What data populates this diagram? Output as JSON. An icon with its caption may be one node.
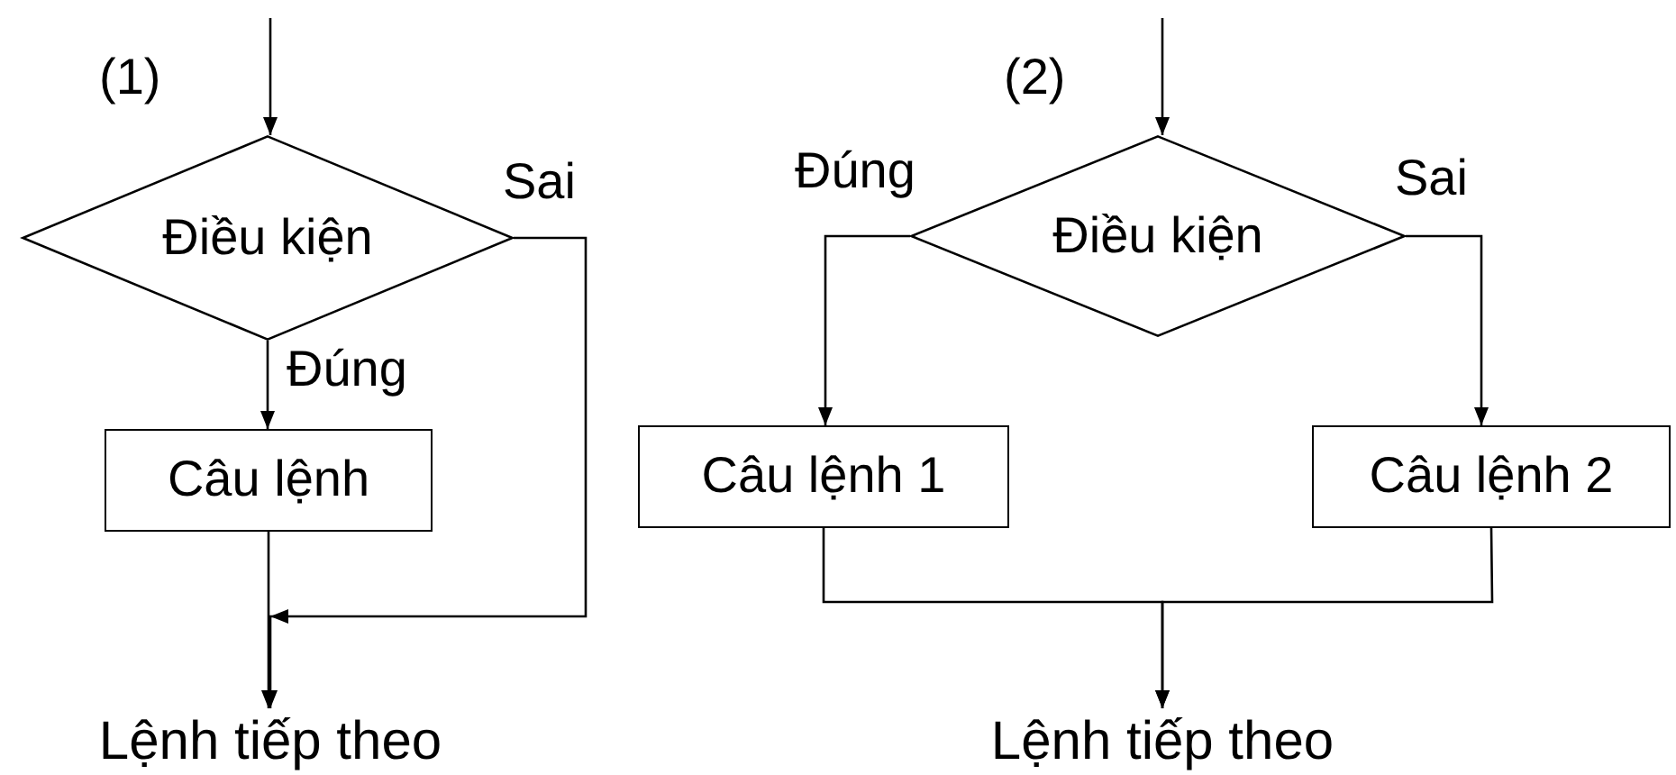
{
  "diagram": {
    "nodes": [
      {
        "text": [
          "Điều kiện"
        ]
      },
      {
        "text": [
          "Câu lệnh"
        ]
      },
      {
        "text": [
          "Lệnh tiếp theo"
        ]
      },
      {
        "text": [
          "Điều kiện"
        ]
      },
      {
        "text": [
          "Câu lệnh 1"
        ]
      },
      {
        "text": [
          "Câu lệnh 2"
        ]
      },
      {
        "text": [
          "Lệnh tiếp theo"
        ]
      }
    ],
    "edges": [
      {
        "from": null,
        "to": 0,
        "arrow": "to"
      },
      {
        "from": 0,
        "to": 1,
        "arrow": "to",
        "label": "Đúng"
      },
      {
        "from": 1,
        "to": 2,
        "arrow": "to"
      },
      {
        "from": 0,
        "to": 2,
        "arrow": "to",
        "label": "Sai"
      },
      {
        "from": null,
        "to": 3,
        "arrow": "to"
      },
      {
        "from": 3,
        "to": 4,
        "arrow": "to",
        "label": "Đúng"
      },
      {
        "from": 3,
        "to": 5,
        "arrow": "to",
        "label": "Sai"
      },
      {
        "from": 4,
        "to": 6,
        "arrow": "to"
      },
      {
        "from": 5,
        "to": 6,
        "arrow": "to"
      }
    ],
    "labels": [
      "(1)",
      "(2)"
    ]
  }
}
